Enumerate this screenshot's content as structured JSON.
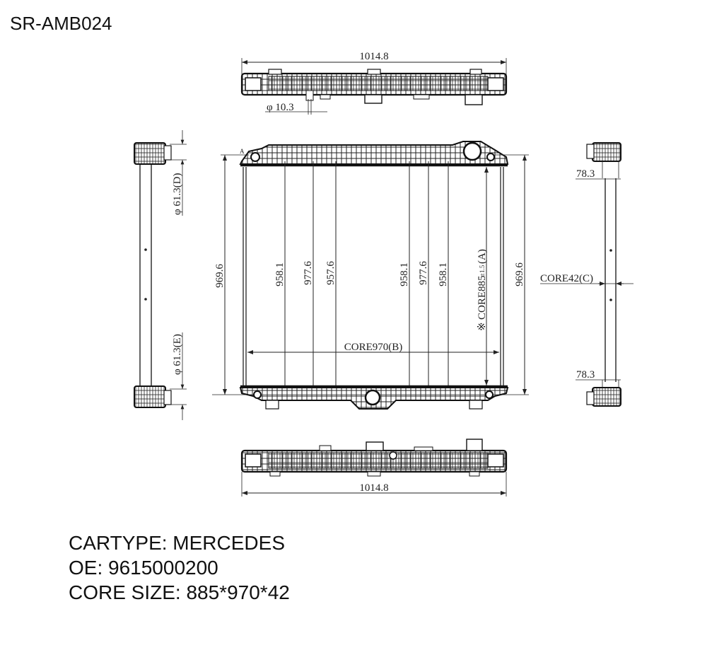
{
  "part_number": "SR-AMB024",
  "drawing": {
    "top_view": {
      "width_dim": "1014.8",
      "pipe_dim": "φ 10.3"
    },
    "bottom_view": {
      "width_dim": "1014.8"
    },
    "front_view": {
      "corner_label": "A",
      "overall_height_left": "969.6",
      "overall_height_right": "969.6",
      "tube_dims": [
        "958.1",
        "977.6",
        "957.6",
        "958.1",
        "977.6",
        "958.1"
      ],
      "core_height": "CORE885",
      "core_height_tol": "±1.5",
      "core_height_suffix": "(A)",
      "core_height_mark": "※",
      "core_width": "CORE970(B)"
    },
    "left_view": {
      "inlet_dim": "φ 61.3(D)",
      "outlet_dim": "φ 61.3(E)"
    },
    "right_view": {
      "top_offset": "78.3",
      "bottom_offset": "78.3",
      "core_depth": "CORE42(C)"
    }
  },
  "info": {
    "cartype": "CARTYPE: MERCEDES",
    "oe": "OE: 9615000200",
    "core_size": "CORE SIZE: 885*970*42"
  }
}
